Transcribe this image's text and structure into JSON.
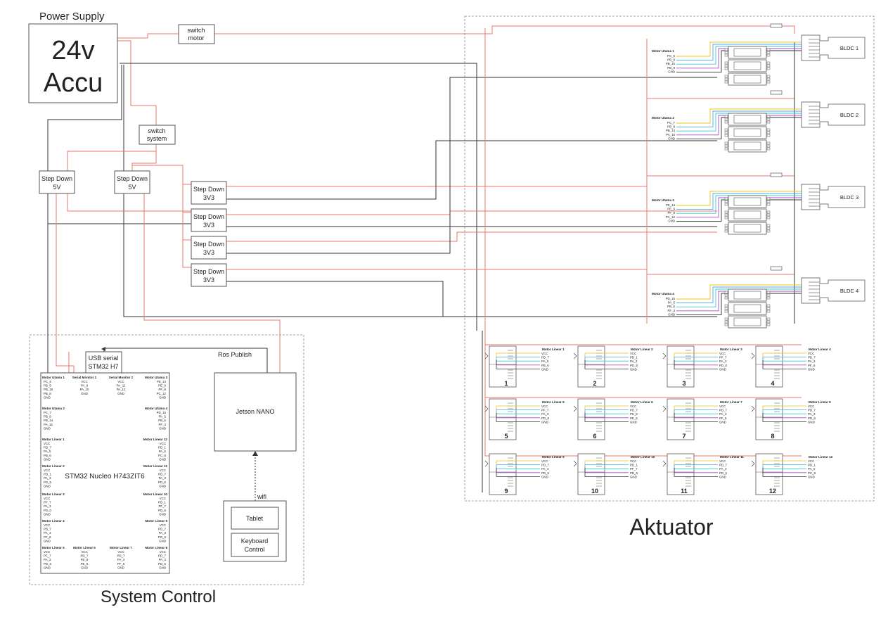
{
  "power": {
    "section_title": "Power Supply",
    "accu_line1": "24v",
    "accu_line2": "Accu",
    "switch_motor_l1": "switch",
    "switch_motor_l2": "motor",
    "switch_system_l1": "switch",
    "switch_system_l2": "system",
    "stepdown_5v": [
      {
        "l1": "Step Down",
        "l2": "5V"
      },
      {
        "l1": "Step Down",
        "l2": "5V"
      }
    ],
    "stepdown_3v3": [
      {
        "l1": "Step Down",
        "l2": "3V3"
      },
      {
        "l1": "Step Down",
        "l2": "3V3"
      },
      {
        "l1": "Step Down",
        "l2": "3V3"
      },
      {
        "l1": "Step Down",
        "l2": "3V3"
      }
    ]
  },
  "control": {
    "section_title": "System Control",
    "usb_l1": "USB serial",
    "usb_l2": "STM32 H7",
    "ros_label": "Ros Publish",
    "stm_label": "STM32 Nucleo H743ZIT6",
    "jetson_label": "Jetson NANO",
    "wifi_label": "wifi",
    "tablet_label": "Tablet",
    "keyboard_l1": "Keyboard",
    "keyboard_l2": "Control",
    "pin_groups": [
      {
        "title": "Motor Utama 1",
        "pins": [
          "PC_6",
          "PB_9",
          "PB_15",
          "PB_8",
          "GND"
        ]
      },
      {
        "title": "Serial Monitor 1",
        "pins": [
          "VCC",
          "PA_9",
          "PA_10",
          "GND"
        ]
      },
      {
        "title": "Serial Monitor 2",
        "pins": [
          "VCC",
          "PA_11",
          "PA_12",
          "GND"
        ]
      },
      {
        "title": "Motor Utama 3",
        "pins": [
          "PE_14",
          "PE_9",
          "PF_8",
          "PC_12",
          "GND"
        ]
      },
      {
        "title": "Motor Utama 2",
        "pins": [
          "PC_7",
          "PB_8",
          "PB_14",
          "PA_15",
          "GND"
        ]
      },
      {
        "title": "Motor Utama 4",
        "pins": [
          "PD_15",
          "PA_5",
          "PB_6",
          "PF_3",
          "GND"
        ]
      },
      {
        "title": "Motor Linear 1",
        "pins": [
          "VCC",
          "PD_7",
          "PA_5",
          "PB_6",
          "GND"
        ]
      },
      {
        "title": "Motor Linear 12",
        "pins": [
          "VCC",
          "PD_1",
          "PA_5",
          "PC_8",
          "GND"
        ]
      },
      {
        "title": "Motor Linear 2",
        "pins": [
          "VCC",
          "PD_1",
          "PA_3",
          "PD_5",
          "GND"
        ]
      },
      {
        "title": "Motor Linear 11",
        "pins": [
          "VCC",
          "PD_7",
          "PA_3",
          "PD_6",
          "GND"
        ]
      },
      {
        "title": "Motor Linear 3",
        "pins": [
          "VCC",
          "PF_7",
          "PA_3",
          "PD_0",
          "GND"
        ]
      },
      {
        "title": "Motor Linear 10",
        "pins": [
          "VCC",
          "PD_1",
          "PF_7",
          "PD_6",
          "GND"
        ]
      },
      {
        "title": "Motor Linear 4",
        "pins": [
          "VCC",
          "PB_7",
          "PA_3",
          "PF_6",
          "GND"
        ]
      },
      {
        "title": "Motor Linear 9",
        "pins": [
          "VCC",
          "PD_7",
          "PA_3",
          "PD_6",
          "GND"
        ]
      },
      {
        "title": "Motor Linear 5",
        "pins": [
          "VCC",
          "PF_7",
          "PA_3",
          "PD_6",
          "GND"
        ]
      },
      {
        "title": "Motor Linear 6",
        "pins": [
          "VCC",
          "PD_7",
          "PE_8",
          "PE_5",
          "GND"
        ]
      },
      {
        "title": "Motor Linear 7",
        "pins": [
          "VCC",
          "PD_7",
          "PA_3",
          "PF_5",
          "GND"
        ]
      },
      {
        "title": "Motor Linear 8",
        "pins": [
          "VCC",
          "PD_7",
          "PA_3",
          "PD_6",
          "GND"
        ]
      }
    ]
  },
  "actuator": {
    "section_title": "Aktuator",
    "bldc": [
      {
        "label": "BLDC 1",
        "driver_title": "Motor Utama 1",
        "pins": [
          "PC_6",
          "PB_9",
          "PB_15",
          "PB_8",
          "GND"
        ]
      },
      {
        "label": "BLDC 2",
        "driver_title": "Motor Utama 2",
        "pins": [
          "PC_7",
          "PB_8",
          "PB_14",
          "PA_15",
          "GND"
        ]
      },
      {
        "label": "BLDC 3",
        "driver_title": "Motor Utama 3",
        "pins": [
          "PE_14",
          "PE_9",
          "PF_8",
          "PC_12",
          "GND"
        ]
      },
      {
        "label": "BLDC 4",
        "driver_title": "Motor Utama 4",
        "pins": [
          "PD_15",
          "PA_5",
          "PB_6",
          "PF_3",
          "GND"
        ]
      }
    ],
    "linear": [
      {
        "num": "1",
        "title": "Motor Linear 1",
        "pins": [
          "VCC",
          "PD_7",
          "PA_5",
          "PB_6",
          "GND"
        ]
      },
      {
        "num": "2",
        "title": "Motor Linear 2",
        "pins": [
          "VCC",
          "PD_1",
          "PA_3",
          "PD_5",
          "GND"
        ]
      },
      {
        "num": "3",
        "title": "Motor Linear 3",
        "pins": [
          "VCC",
          "PF_7",
          "PA_3",
          "PD_0",
          "GND"
        ]
      },
      {
        "num": "4",
        "title": "Motor Linear 4",
        "pins": [
          "VCC",
          "PB_7",
          "PA_3",
          "PF_6",
          "GND"
        ]
      },
      {
        "num": "5",
        "title": "Motor Linear 5",
        "pins": [
          "VCC",
          "PF_7",
          "PA_3",
          "PD_6",
          "GND"
        ]
      },
      {
        "num": "6",
        "title": "Motor Linear 6",
        "pins": [
          "VCC",
          "PD_7",
          "PE_8",
          "PE_5",
          "GND"
        ]
      },
      {
        "num": "7",
        "title": "Motor Linear 7",
        "pins": [
          "VCC",
          "PD_7",
          "PA_3",
          "PF_5",
          "GND"
        ]
      },
      {
        "num": "8",
        "title": "Motor Linear 8",
        "pins": [
          "VCC",
          "PD_7",
          "PA_3",
          "PD_6",
          "GND"
        ]
      },
      {
        "num": "9",
        "title": "Motor Linear 9",
        "pins": [
          "VCC",
          "PD_7",
          "PA_3",
          "PD_6",
          "GND"
        ]
      },
      {
        "num": "10",
        "title": "Motor Linear 10",
        "pins": [
          "VCC",
          "PD_1",
          "PF_7",
          "PD_6",
          "GND"
        ]
      },
      {
        "num": "11",
        "title": "Motor Linear 11",
        "pins": [
          "VCC",
          "PD_7",
          "PA_3",
          "PD_6",
          "GND"
        ]
      },
      {
        "num": "12",
        "title": "Motor Linear 12",
        "pins": [
          "VCC",
          "PD_1",
          "PA_5",
          "PC_8",
          "GND"
        ]
      }
    ]
  },
  "colors": {
    "red_wire": "#e8796b",
    "black_wire": "#333333",
    "yellow_wire": "#f0c419",
    "blue_wire": "#4aa8f0",
    "cyan_wire": "#36c9d6",
    "purple_wire": "#b04ac8",
    "box_stroke": "#555555"
  }
}
